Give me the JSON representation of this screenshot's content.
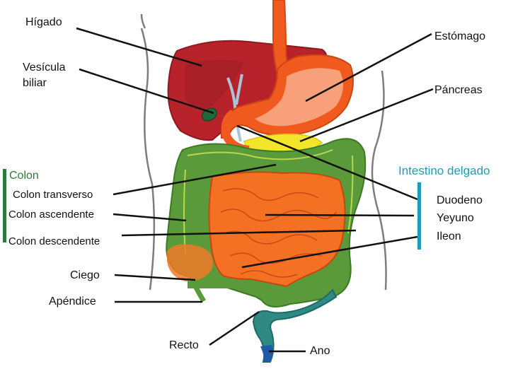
{
  "colors": {
    "colon_accent": "#2f7a3a",
    "small_intestine_accent": "#1e9bb8",
    "liver": "#b8232b",
    "stomach": "#f05a1e",
    "colon_green": "#5a9a3a",
    "small_intestine": "#f47022",
    "pancreas": "#f3e62a",
    "rectum_blue": "#1e5aa8"
  },
  "labels": {
    "higado": "Hígado",
    "vesicula_1": "Vesícula",
    "vesicula_2": "biliar",
    "estomago": "Estómago",
    "pancreas": "Páncreas",
    "colon_group": "Colon",
    "colon_transverso": "Colon transverso",
    "colon_ascendente": "Colon ascendente",
    "colon_descendente": "Colon descendente",
    "intestino_group": "Intestino delgado",
    "duodeno": "Duodeno",
    "yeyuno": "Yeyuno",
    "ileon": "Ileon",
    "ciego": "Ciego",
    "apendice": "Apéndice",
    "recto": "Recto",
    "ano": "Ano"
  }
}
